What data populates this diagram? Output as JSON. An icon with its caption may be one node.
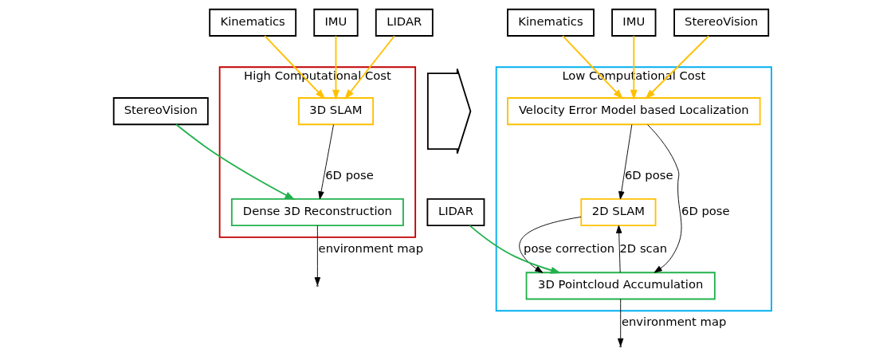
{
  "diagram": {
    "nodes": [
      {
        "text": [
          "High Computational Cost"
        ]
      },
      {
        "text": [
          "Kinematics"
        ]
      },
      {
        "text": [
          "IMU"
        ]
      },
      {
        "text": [
          "LIDAR"
        ]
      },
      {
        "text": [
          "StereoVision"
        ]
      },
      {
        "text": [
          "3D SLAM"
        ],
        "in": 0
      },
      {
        "text": [
          "Dense 3D Reconstruction"
        ],
        "in": 0
      },
      {
        "text": [],
        "shape": "arrow"
      },
      {
        "text": [
          "Low Computational Cost"
        ]
      },
      {
        "text": [
          "Kinematics"
        ]
      },
      {
        "text": [
          "IMU"
        ]
      },
      {
        "text": [
          "LIDAR"
        ]
      },
      {
        "text": [
          "StereoVision"
        ]
      },
      {
        "text": [
          "Velocity Error Model based Localization"
        ],
        "in": 8
      },
      {
        "text": [
          "2D SLAM"
        ],
        "in": 8
      },
      {
        "text": [
          "3D Pointcloud Accumulation"
        ],
        "in": 8
      }
    ],
    "edges": [
      {
        "from": 1,
        "to": 5,
        "arrow": "to",
        "color": "#ffc000"
      },
      {
        "from": 2,
        "to": 5,
        "arrow": "to",
        "color": "#ffc000"
      },
      {
        "from": 3,
        "to": 5,
        "arrow": "to",
        "color": "#ffc000"
      },
      {
        "from": 4,
        "to": 6,
        "arrow": "to",
        "color": "#22b14c"
      },
      {
        "from": 5,
        "to": 6,
        "arrow": "to",
        "label": "6D pose"
      },
      {
        "from": 6,
        "to": null,
        "arrow": "to",
        "label": "environment map"
      },
      {
        "from": 9,
        "to": 13,
        "arrow": "to",
        "color": "#ffc000"
      },
      {
        "from": 10,
        "to": 13,
        "arrow": "to",
        "color": "#ffc000"
      },
      {
        "from": 12,
        "to": 13,
        "arrow": "to",
        "color": "#ffc000"
      },
      {
        "from": 11,
        "to": 15,
        "arrow": "to",
        "color": "#22b14c"
      },
      {
        "from": 13,
        "to": 15,
        "arrow": "to",
        "label": "6D pose"
      },
      {
        "from": 13,
        "to": 14,
        "arrow": "to",
        "label": "6D pose"
      },
      {
        "from": 15,
        "to": 14,
        "arrow": "to",
        "label": "2D scan"
      },
      {
        "from": 14,
        "to": 15,
        "arrow": "to",
        "label": "pose correction"
      },
      {
        "from": 15,
        "to": null,
        "arrow": "to",
        "label": "environment map"
      }
    ]
  }
}
